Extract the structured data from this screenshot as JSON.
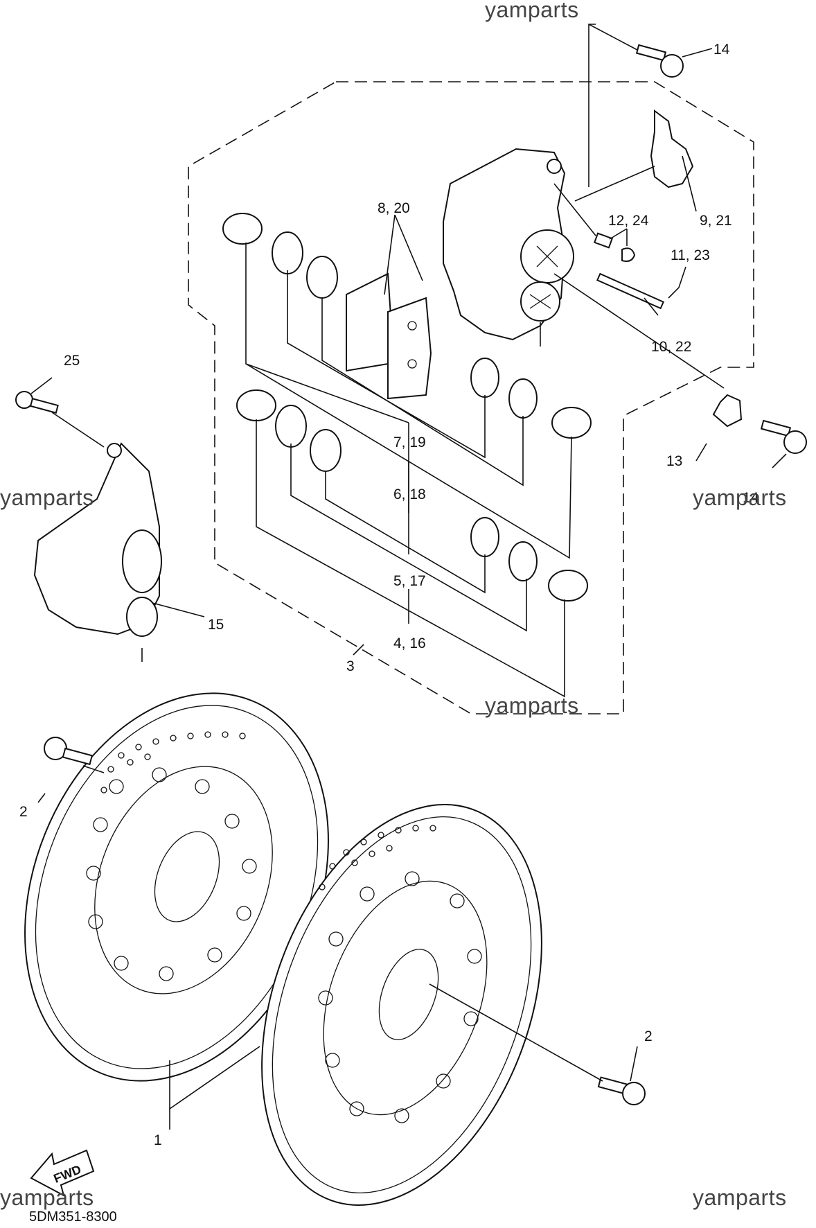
{
  "watermarks": {
    "top": "yamparts",
    "left": "yamparts",
    "right": "yamparts",
    "center": "yamparts",
    "bottom_left": "yamparts",
    "bottom_right": "yamparts"
  },
  "diagram_code": "5DM351-8300",
  "fwd_label": "FWD",
  "callouts": {
    "c14_top": "14",
    "c9_21": "9, 21",
    "c12_24": "12, 24",
    "c11_23": "11, 23",
    "c10_22": "10, 22",
    "c8_20": "8, 20",
    "c13": "13",
    "c14_right": "14",
    "c25": "25",
    "c7_19": "7, 19",
    "c6_18": "6, 18",
    "c5_17": "5, 17",
    "c4_16": "4, 16",
    "c15": "15",
    "c3": "3",
    "c2_left": "2",
    "c2_right": "2",
    "c1": "1"
  }
}
